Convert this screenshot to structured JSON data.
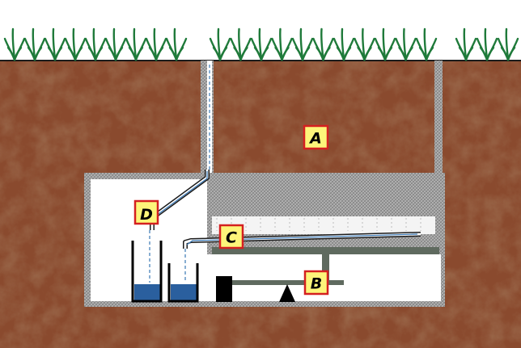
{
  "labels": {
    "a": "A",
    "b": "B",
    "c": "C",
    "d": "D"
  },
  "colors": {
    "soil": "#8a4a2e",
    "soil_dark": "#5e2d19",
    "soil_light": "#a8603d",
    "grass": "#1f7a3a",
    "wall": "#9a9a9a",
    "wall_dark": "#6f6f6f",
    "lab_interior": "#ffffff",
    "water": "#2a5f9e",
    "label_fill": "#fdf57a",
    "label_border": "#d42020",
    "beam": "#5f6a5f",
    "tray": "#e9e9e9",
    "counterweight": "#000000",
    "fulcrum": "#000000",
    "pipe_outer": "#1a1a1a",
    "pipe_inner": "#ffffff"
  },
  "icons": {
    "vegetation": "grass-tuft-icon",
    "fulcrum": "triangle-fulcrum-icon",
    "counterweight": "counterweight-block-icon"
  }
}
